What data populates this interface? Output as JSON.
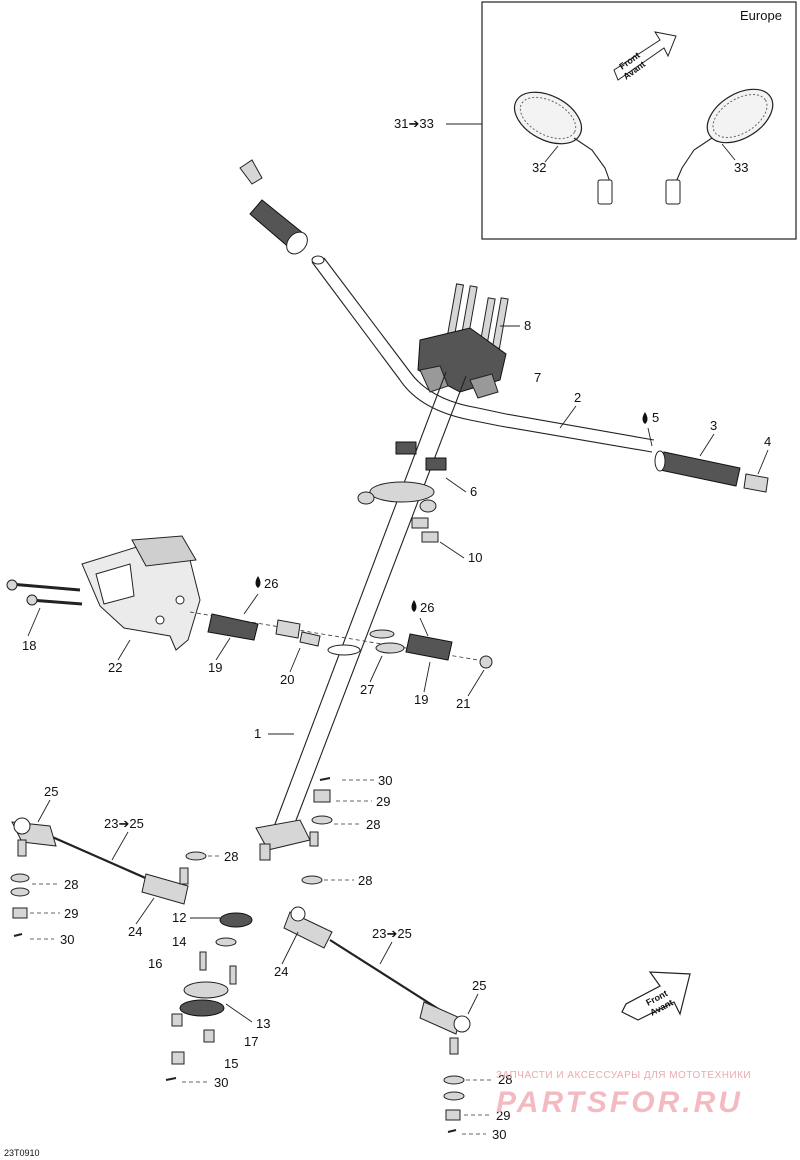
{
  "inset": {
    "region": "Europe",
    "range_label": "31➔33",
    "left_mirror": "32",
    "right_mirror": "33",
    "arrow_line1": "Front",
    "arrow_line2": "Avant"
  },
  "front_arrow": {
    "line1": "Front",
    "line2": "Avant"
  },
  "callouts": {
    "p1": "1",
    "p2": "2",
    "p3": "3",
    "p4": "4",
    "p5": "5",
    "p6": "6",
    "p7": "7",
    "p8": "8",
    "p10": "10",
    "p12": "12",
    "p13": "13",
    "p14": "14",
    "p15": "15",
    "p16": "16",
    "p17": "17",
    "p18": "18",
    "p19a": "19",
    "p19b": "19",
    "p20": "20",
    "p21": "21",
    "p22": "22",
    "p24a": "24",
    "p24b": "24",
    "p25a": "25",
    "p25b": "25",
    "p26a": "26",
    "p26b": "26",
    "p27": "27",
    "p28a": "28",
    "p28b": "28",
    "p28c": "28",
    "p28d": "28",
    "p28e": "28",
    "p29a": "29",
    "p29b": "29",
    "p29c": "29",
    "p30a": "30",
    "p30b": "30",
    "p30c": "30",
    "p30d": "30",
    "r23a": "23➔25",
    "r23b": "23➔25"
  },
  "drawing_code": "23T0910",
  "watermark": {
    "tagline": "ЗАПЧАСТИ И АКСЕССУАРЫ ДЛЯ МОТОТЕХНИКИ",
    "brand": "PARTSFOR.RU"
  }
}
